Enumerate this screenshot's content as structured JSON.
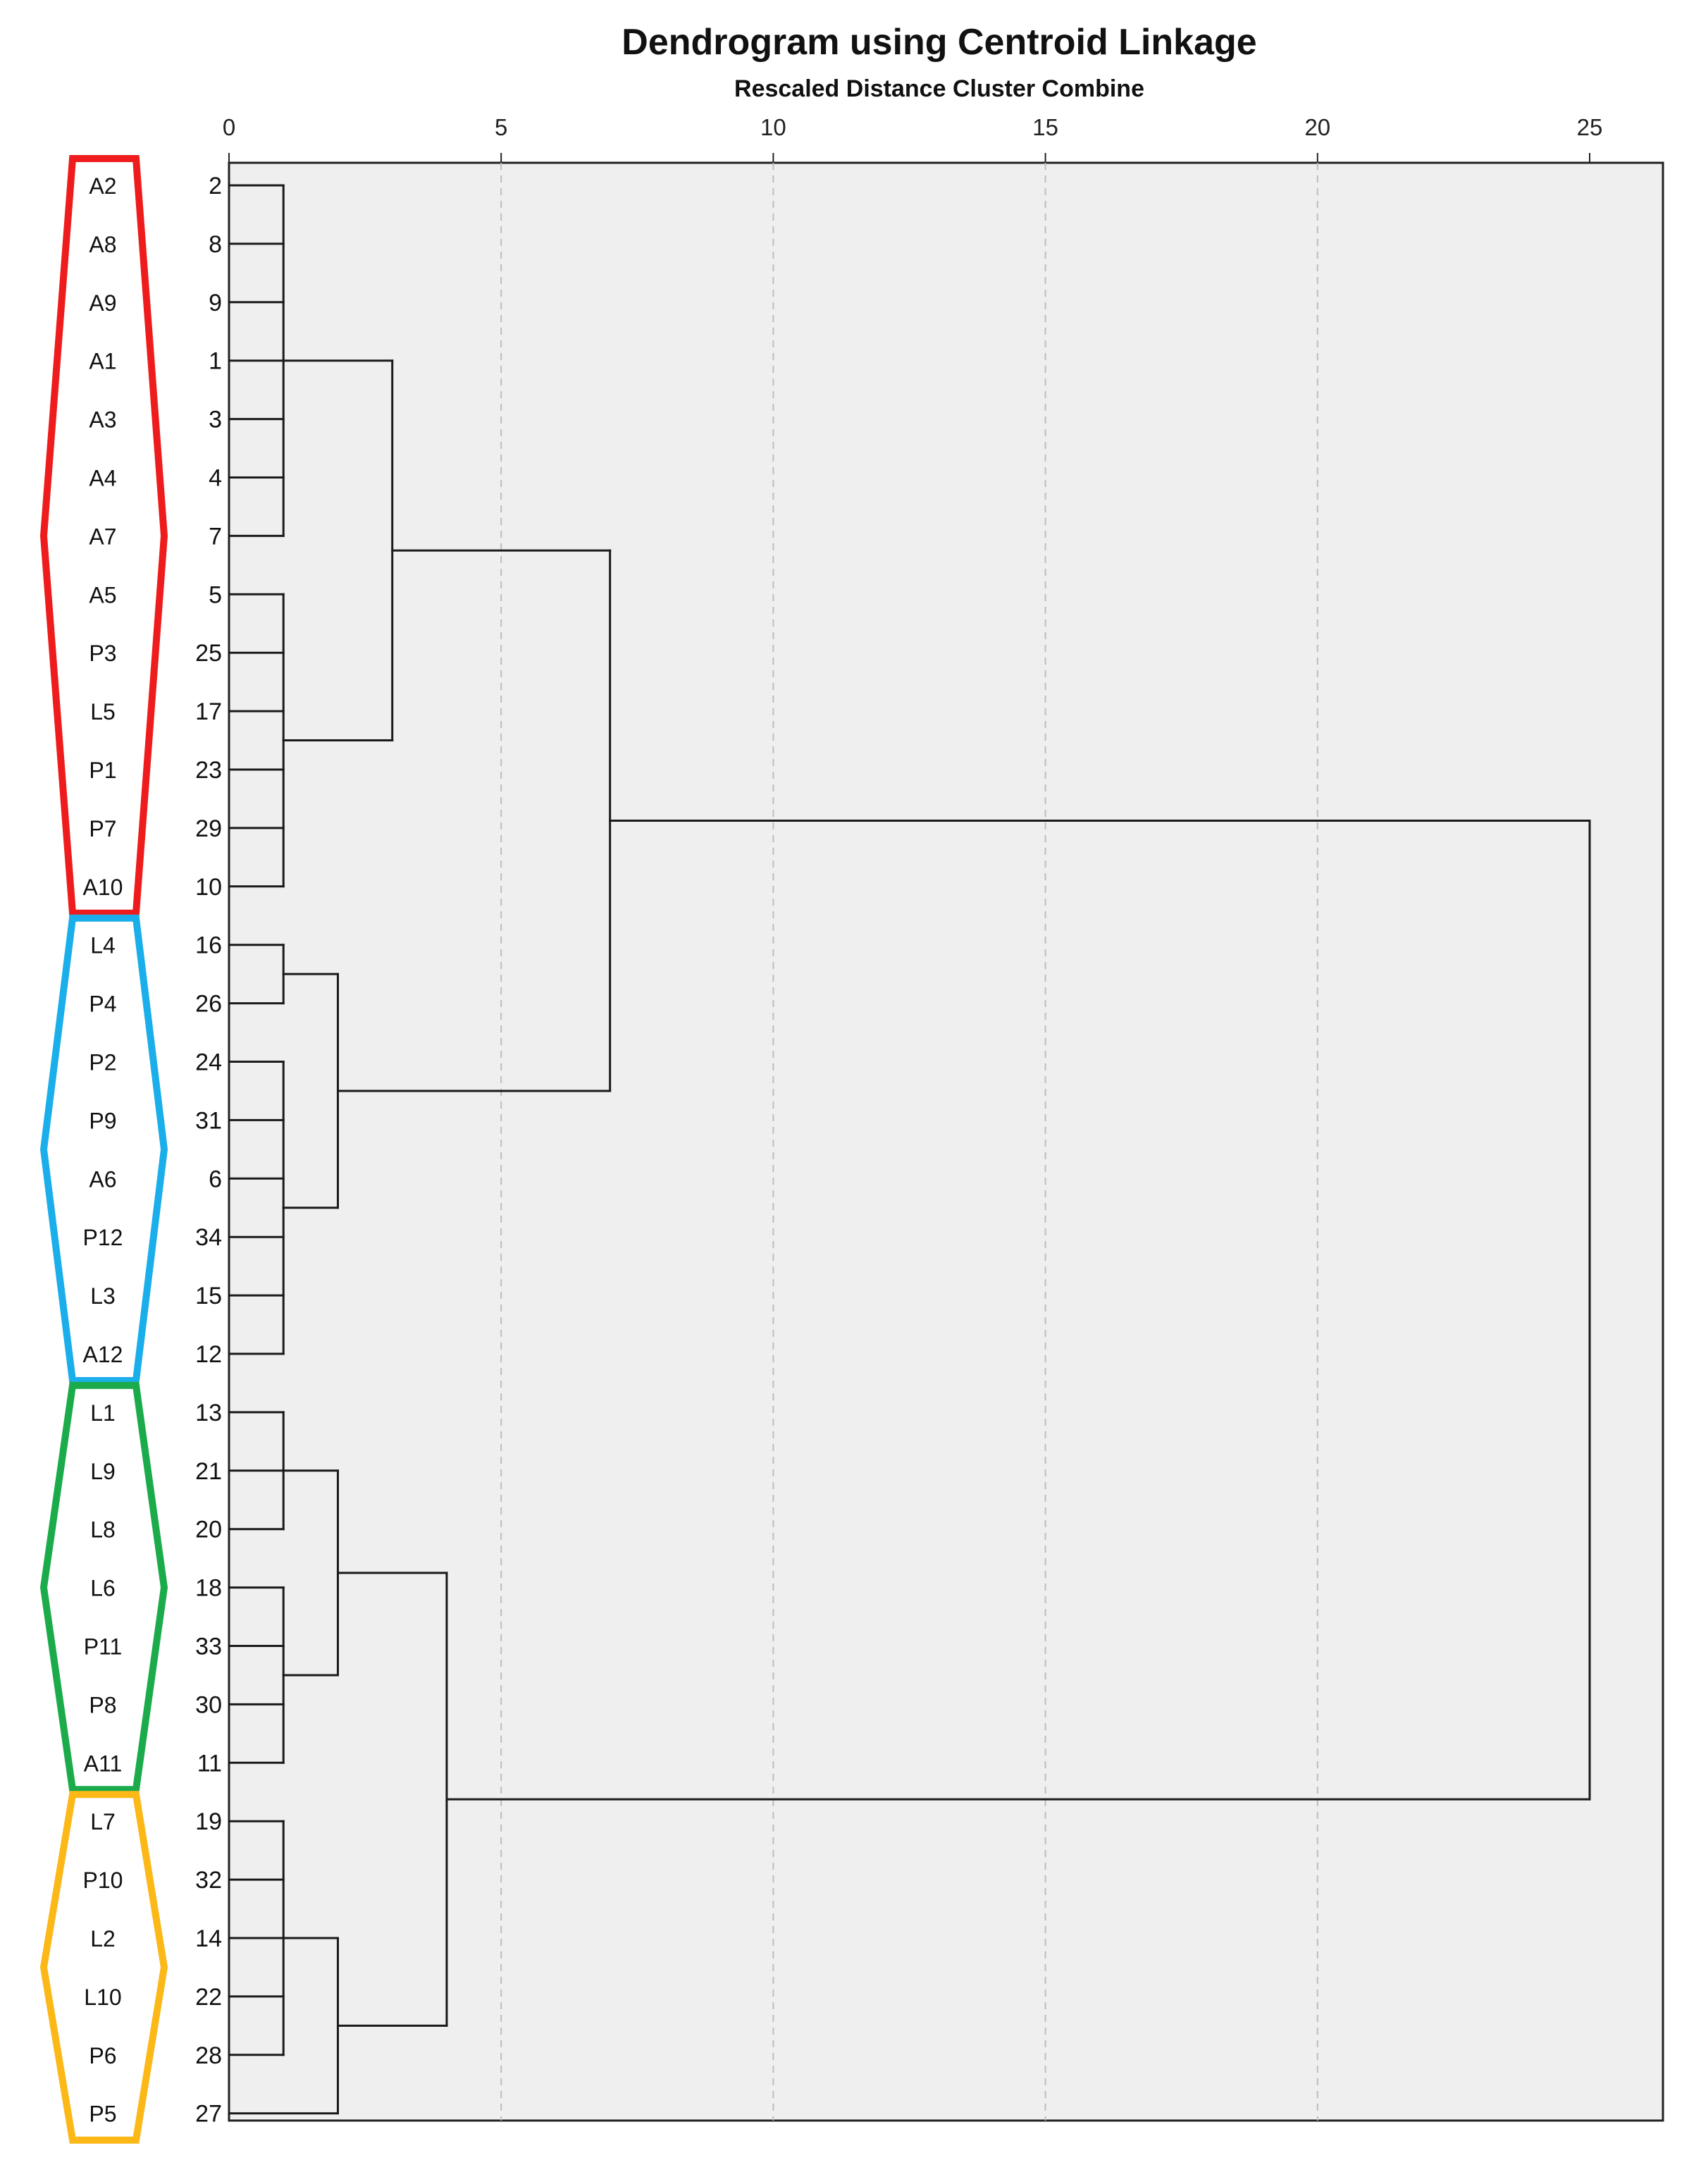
{
  "chart_data": {
    "type": "dendrogram",
    "title": "Dendrogram using Centroid Linkage",
    "subtitle": "Rescaled Distance Cluster Combine",
    "xlim": [
      0,
      25
    ],
    "xticks": [
      0,
      5,
      10,
      15,
      20,
      25
    ],
    "grid": true,
    "cases": [
      "2",
      "8",
      "9",
      "1",
      "3",
      "4",
      "7",
      "5",
      "25",
      "17",
      "23",
      "29",
      "10",
      "16",
      "26",
      "24",
      "31",
      "6",
      "34",
      "15",
      "12",
      "13",
      "21",
      "20",
      "18",
      "33",
      "30",
      "11",
      "19",
      "32",
      "14",
      "22",
      "28",
      "27"
    ],
    "sample_labels": [
      "A2",
      "A8",
      "A9",
      "A1",
      "A3",
      "A4",
      "A7",
      "A5",
      "P3",
      "L5",
      "P1",
      "P7",
      "A10",
      "L4",
      "P4",
      "P2",
      "P9",
      "A6",
      "P12",
      "L3",
      "A12",
      "L1",
      "L9",
      "L8",
      "L6",
      "P11",
      "P8",
      "A11",
      "L7",
      "P10",
      "L2",
      "L10",
      "P6",
      "P5"
    ],
    "groups": [
      {
        "color": "#ee1c1c",
        "members": [
          "A2",
          "A8",
          "A9",
          "A1",
          "A3",
          "A4",
          "A7",
          "A5",
          "P3",
          "L5",
          "P1",
          "P7",
          "A10"
        ]
      },
      {
        "color": "#1aaeea",
        "members": [
          "L4",
          "P4",
          "P2",
          "P9",
          "A6",
          "P12",
          "L3",
          "A12"
        ]
      },
      {
        "color": "#1bab4b",
        "members": [
          "L1",
          "L9",
          "L8",
          "L6",
          "P11",
          "P8",
          "A11"
        ]
      },
      {
        "color": "#fbb817",
        "members": [
          "L7",
          "P10",
          "L2",
          "L10",
          "P6",
          "P5"
        ]
      }
    ],
    "merges": [
      {
        "members": [
          "2",
          "8",
          "9",
          "1",
          "3",
          "4",
          "7"
        ],
        "distance": 1
      },
      {
        "members": [
          "5",
          "25",
          "17",
          "23",
          "29",
          "10"
        ],
        "distance": 1
      },
      {
        "members": [
          "16",
          "26"
        ],
        "distance": 1
      },
      {
        "members": [
          "24",
          "31",
          "6",
          "34",
          "15",
          "12"
        ],
        "distance": 1
      },
      {
        "members": [
          "13",
          "21",
          "20"
        ],
        "distance": 1
      },
      {
        "members": [
          "18",
          "33",
          "30",
          "11"
        ],
        "distance": 1
      },
      {
        "members": [
          "19",
          "32",
          "14",
          "22",
          "28"
        ],
        "distance": 1
      },
      {
        "members": [
          "16-26",
          "24-12"
        ],
        "distance": 2
      },
      {
        "members": [
          "13-20",
          "18-11"
        ],
        "distance": 2
      },
      {
        "members": [
          "19-28",
          "27"
        ],
        "distance": 2
      },
      {
        "members": [
          "2-7",
          "5-10"
        ],
        "distance": 3
      },
      {
        "members": [
          "13-11",
          "19-27"
        ],
        "distance": 4
      },
      {
        "members": [
          "2-10",
          "16-12"
        ],
        "distance": 7
      },
      {
        "members": [
          "2-12",
          "13-27"
        ],
        "distance": 25
      }
    ]
  }
}
